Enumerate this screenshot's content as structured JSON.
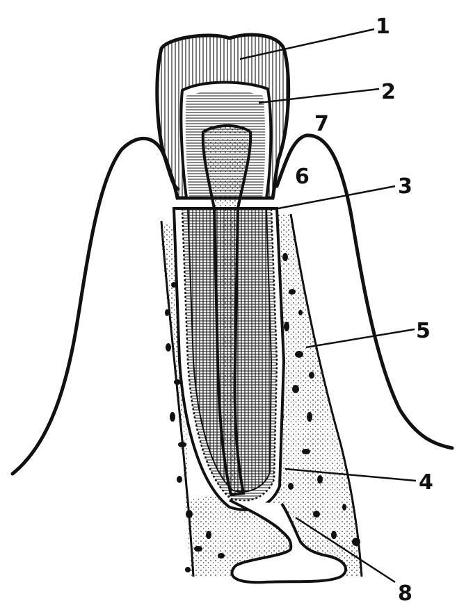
{
  "figure": {
    "labels": [
      {
        "id": "enamel",
        "text": "1"
      },
      {
        "id": "dentin",
        "text": "2"
      },
      {
        "id": "cementum",
        "text": "3"
      },
      {
        "id": "periodontal-ligament",
        "text": "4"
      },
      {
        "id": "alveolar-bone",
        "text": "5"
      },
      {
        "id": "gingival-sulcus",
        "text": "6"
      },
      {
        "id": "gingiva",
        "text": "7"
      },
      {
        "id": "neurovascular-bundle",
        "text": "8"
      }
    ]
  }
}
